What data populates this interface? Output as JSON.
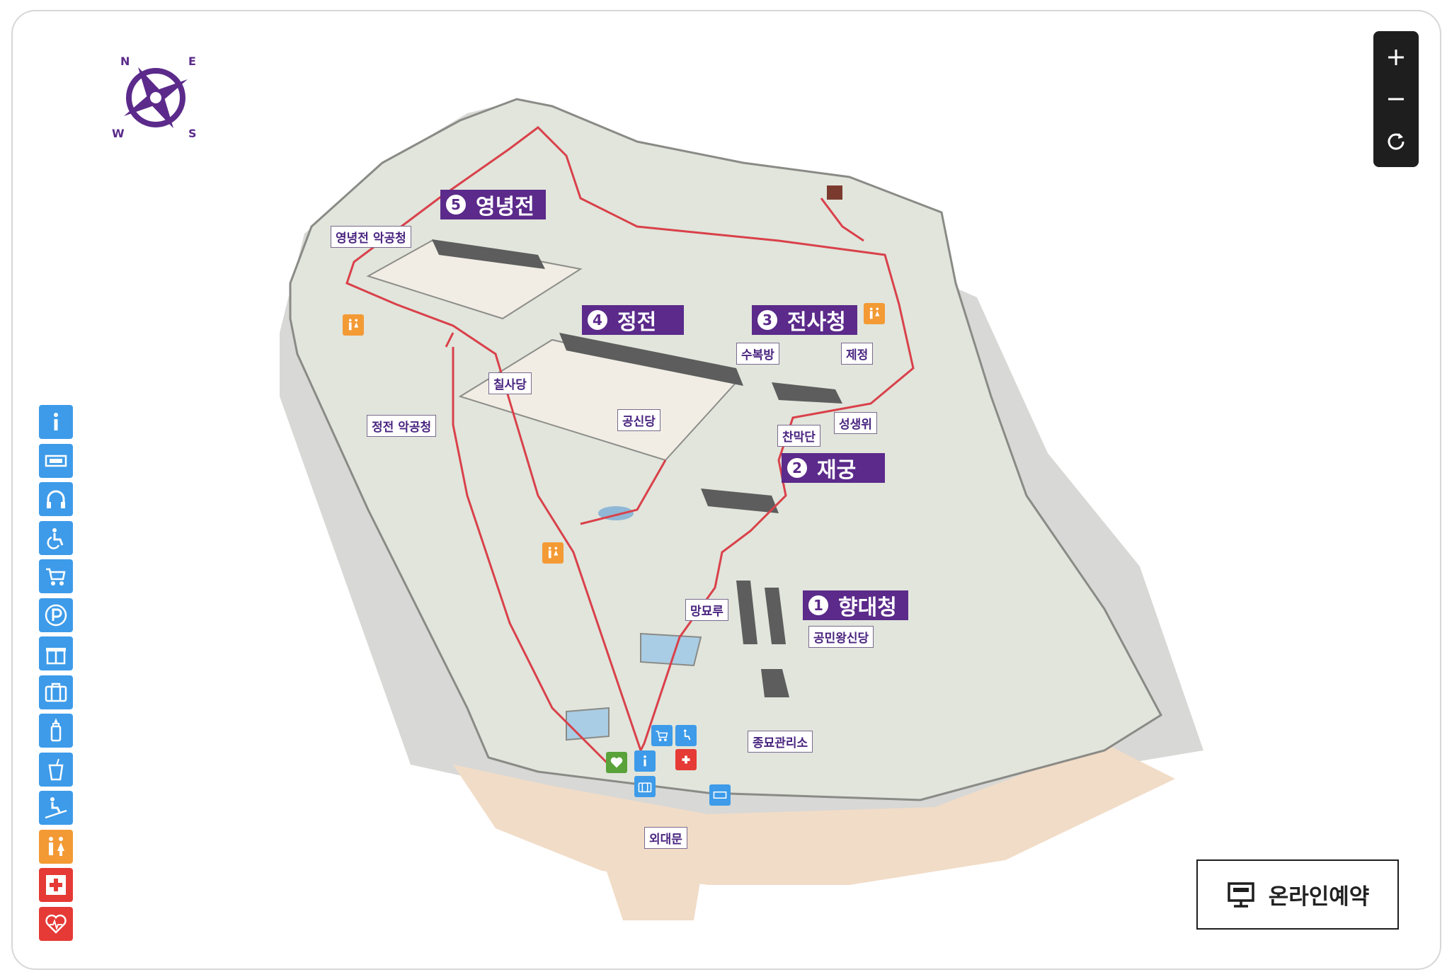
{
  "compass": {
    "n": "N",
    "e": "E",
    "s": "S",
    "w": "W"
  },
  "colors": {
    "accent": "#5b2a8a",
    "legend_blue": "#3d9be9",
    "legend_orange": "#f39a35",
    "legend_red": "#e53a35",
    "route": "#d9414a"
  },
  "zoom": {
    "in_icon": "plus-icon",
    "out_icon": "minus-icon",
    "reset_icon": "refresh-icon"
  },
  "legend": [
    {
      "icon": "info-icon",
      "color": "blue"
    },
    {
      "icon": "ticket-icon",
      "color": "blue"
    },
    {
      "icon": "headphones-icon",
      "color": "blue"
    },
    {
      "icon": "wheelchair-icon",
      "color": "blue"
    },
    {
      "icon": "stroller-icon",
      "color": "blue"
    },
    {
      "icon": "parking-icon",
      "color": "blue"
    },
    {
      "icon": "gift-icon",
      "color": "blue"
    },
    {
      "icon": "locker-icon",
      "color": "blue"
    },
    {
      "icon": "baby-bottle-icon",
      "color": "blue"
    },
    {
      "icon": "drink-icon",
      "color": "blue"
    },
    {
      "icon": "wheelchair-ramp-icon",
      "color": "blue"
    },
    {
      "icon": "restroom-icon",
      "color": "orange"
    },
    {
      "icon": "first-aid-icon",
      "color": "red"
    },
    {
      "icon": "aed-icon",
      "color": "red"
    }
  ],
  "buildings_main": [
    {
      "num": "1",
      "name": "향대청"
    },
    {
      "num": "2",
      "name": "재궁"
    },
    {
      "num": "3",
      "name": "전사청"
    },
    {
      "num": "4",
      "name": "정전"
    },
    {
      "num": "5",
      "name": "영녕전"
    }
  ],
  "buildings_sub": {
    "yeongnyeong_akgong": "영녕전 악공청",
    "jeongjeon_akgong": "정전 악공청",
    "chilsadang": "칠사당",
    "gongsindang": "공신당",
    "subokbang": "수복방",
    "jejeong": "제정",
    "chanmakdan": "찬막단",
    "seongsaengwi": "성생위",
    "mangmyoru": "망묘루",
    "gongmin": "공민왕신당",
    "jongmyo_office": "종묘관리소",
    "oedaemun": "외대문"
  },
  "reserve": {
    "label": "온라인예약",
    "icon": "monitor-icon"
  }
}
